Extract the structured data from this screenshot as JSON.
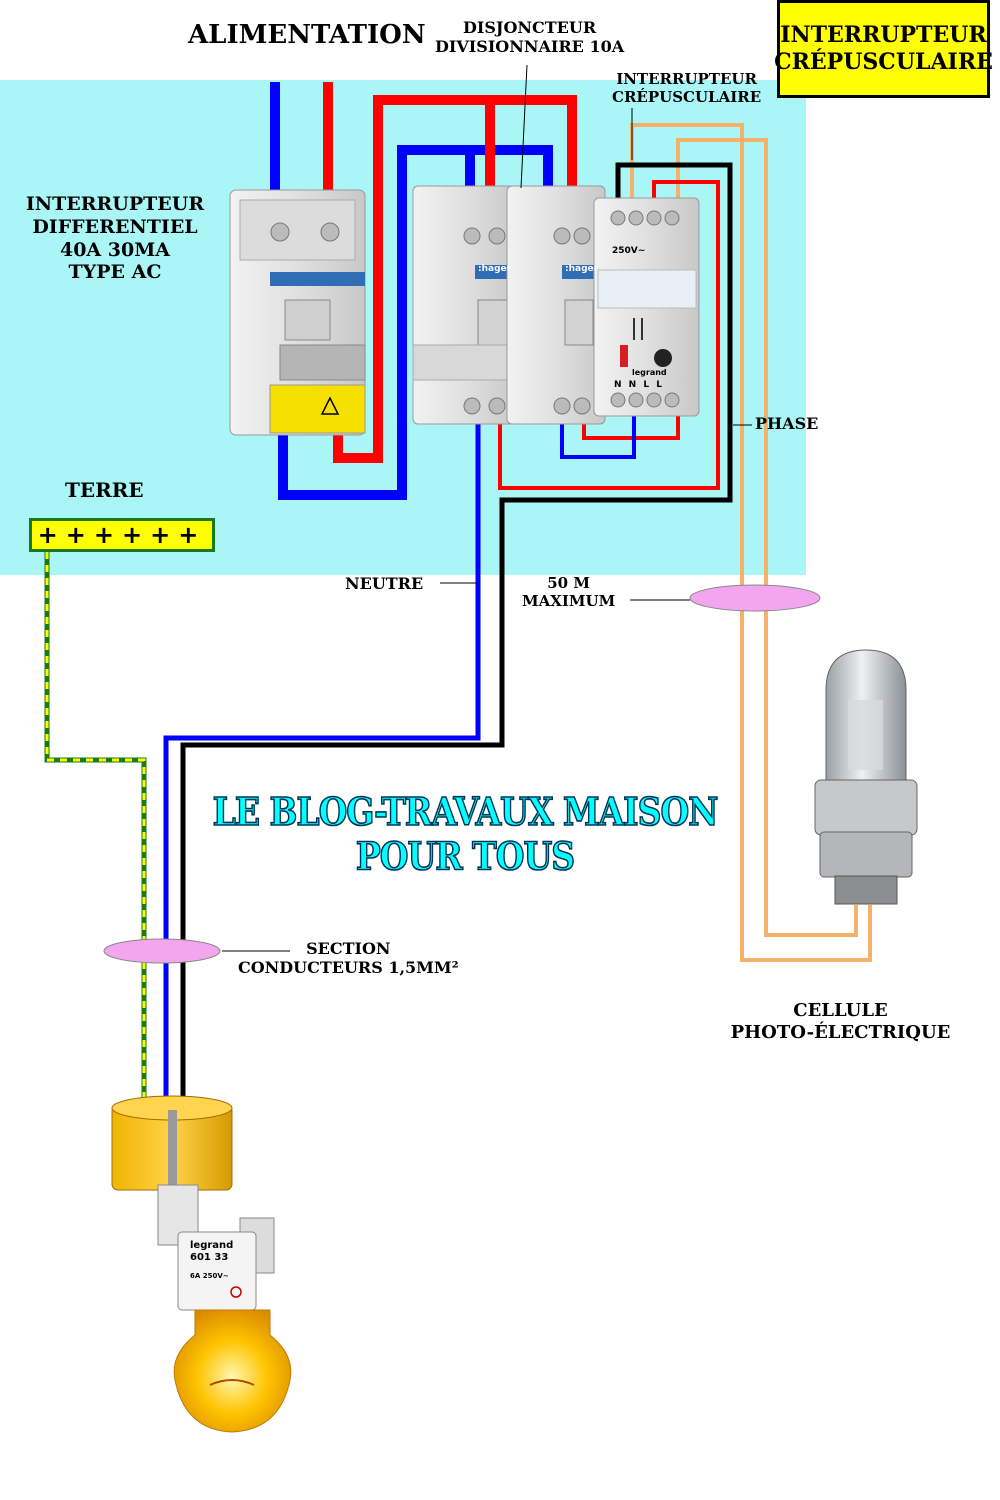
{
  "labels": {
    "alimentation": "ALIMENTATION",
    "disjoncteur_line1": "DISJONCTEUR",
    "disjoncteur_line2": "DIVISIONNAIRE 10A",
    "title_line1": "INTERRUPTEUR",
    "title_line2": "CRÉPUSCULAIRE",
    "interrupteur_crep_line1": "INTERRUPTEUR",
    "interrupteur_crep_line2": "CRÉPUSCULAIRE",
    "differentiel_line1": "INTERRUPTEUR",
    "differentiel_line2": "DIFFERENTIEL",
    "differentiel_line3": "40A 30MA",
    "differentiel_line4": "TYPE AC",
    "terre": "TERRE",
    "terre_bar": "++++++",
    "phase": "PHASE",
    "neutre": "NEUTRE",
    "distance_line1": "50 M",
    "distance_line2": "MAXIMUM",
    "blog": "LE BLOG-TRAVAUX MAISON POUR TOUS",
    "section_line1": "SECTION",
    "section_line2": "CONDUCTEURS 1,5MM²",
    "cellule_line1": "CELLULE",
    "cellule_line2": "PHOTO-ÉLECTRIQUE"
  },
  "device_text": {
    "brand_hager": ":hager",
    "brand_legrand": "legrand",
    "crep_rating": "250V~",
    "terminals": "N N L L",
    "socket_brand": "legrand",
    "socket_ref": "601 33",
    "socket_rating": "6A 250V~"
  },
  "colors": {
    "panel_bg": "#aaf6f6",
    "phase_wire": "#ff0000",
    "neutral_wire": "#0000ff",
    "return_wire": "#000000",
    "sensor_wire": "#f5b06a",
    "earth_wire_green": "#1a7a1a",
    "earth_wire_yellow": "#ffff00",
    "cable_marker": "#f3a6ee",
    "title_bg": "#ffff00"
  }
}
